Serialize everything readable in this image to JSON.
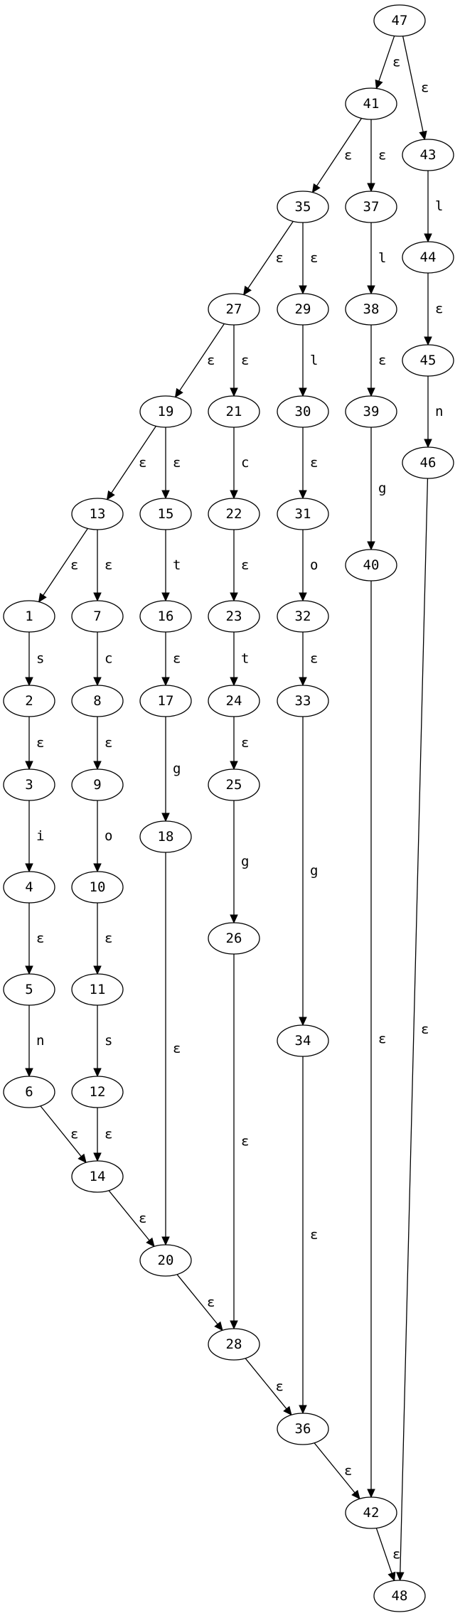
{
  "graph": {
    "nodes": [
      "47",
      "41",
      "43",
      "35",
      "37",
      "44",
      "27",
      "29",
      "38",
      "45",
      "19",
      "21",
      "30",
      "39",
      "46",
      "13",
      "15",
      "22",
      "31",
      "1",
      "7",
      "16",
      "23",
      "32",
      "40",
      "2",
      "8",
      "17",
      "24",
      "33",
      "3",
      "9",
      "18",
      "25",
      "4",
      "10",
      "26",
      "5",
      "11",
      "34",
      "6",
      "12",
      "14",
      "20",
      "28",
      "36",
      "42",
      "48"
    ],
    "edges": [
      {
        "from": "47",
        "to": "41",
        "label": "ε"
      },
      {
        "from": "47",
        "to": "43",
        "label": "ε"
      },
      {
        "from": "41",
        "to": "35",
        "label": "ε"
      },
      {
        "from": "41",
        "to": "37",
        "label": "ε"
      },
      {
        "from": "43",
        "to": "44",
        "label": "l"
      },
      {
        "from": "35",
        "to": "27",
        "label": "ε"
      },
      {
        "from": "35",
        "to": "29",
        "label": "ε"
      },
      {
        "from": "37",
        "to": "38",
        "label": "l"
      },
      {
        "from": "44",
        "to": "45",
        "label": "ε"
      },
      {
        "from": "27",
        "to": "19",
        "label": "ε"
      },
      {
        "from": "27",
        "to": "21",
        "label": "ε"
      },
      {
        "from": "29",
        "to": "30",
        "label": "l"
      },
      {
        "from": "38",
        "to": "39",
        "label": "ε"
      },
      {
        "from": "45",
        "to": "46",
        "label": "n"
      },
      {
        "from": "19",
        "to": "13",
        "label": "ε"
      },
      {
        "from": "19",
        "to": "15",
        "label": "ε"
      },
      {
        "from": "21",
        "to": "22",
        "label": "c"
      },
      {
        "from": "30",
        "to": "31",
        "label": "ε"
      },
      {
        "from": "39",
        "to": "40",
        "label": "g"
      },
      {
        "from": "13",
        "to": "1",
        "label": "ε"
      },
      {
        "from": "13",
        "to": "7",
        "label": "ε"
      },
      {
        "from": "15",
        "to": "16",
        "label": "t"
      },
      {
        "from": "22",
        "to": "23",
        "label": "ε"
      },
      {
        "from": "31",
        "to": "32",
        "label": "o"
      },
      {
        "from": "1",
        "to": "2",
        "label": "s"
      },
      {
        "from": "7",
        "to": "8",
        "label": "c"
      },
      {
        "from": "16",
        "to": "17",
        "label": "ε"
      },
      {
        "from": "23",
        "to": "24",
        "label": "t"
      },
      {
        "from": "32",
        "to": "33",
        "label": "ε"
      },
      {
        "from": "2",
        "to": "3",
        "label": "ε"
      },
      {
        "from": "8",
        "to": "9",
        "label": "ε"
      },
      {
        "from": "17",
        "to": "18",
        "label": "g"
      },
      {
        "from": "24",
        "to": "25",
        "label": "ε"
      },
      {
        "from": "3",
        "to": "4",
        "label": "i"
      },
      {
        "from": "9",
        "to": "10",
        "label": "o"
      },
      {
        "from": "25",
        "to": "26",
        "label": "g"
      },
      {
        "from": "33",
        "to": "34",
        "label": "g"
      },
      {
        "from": "4",
        "to": "5",
        "label": "ε"
      },
      {
        "from": "10",
        "to": "11",
        "label": "ε"
      },
      {
        "from": "5",
        "to": "6",
        "label": "n"
      },
      {
        "from": "11",
        "to": "12",
        "label": "s"
      },
      {
        "from": "6",
        "to": "14",
        "label": "ε"
      },
      {
        "from": "12",
        "to": "14",
        "label": "ε"
      },
      {
        "from": "14",
        "to": "20",
        "label": "ε"
      },
      {
        "from": "18",
        "to": "20",
        "label": "ε"
      },
      {
        "from": "20",
        "to": "28",
        "label": "ε"
      },
      {
        "from": "26",
        "to": "28",
        "label": "ε"
      },
      {
        "from": "28",
        "to": "36",
        "label": "ε"
      },
      {
        "from": "34",
        "to": "36",
        "label": "ε"
      },
      {
        "from": "36",
        "to": "42",
        "label": "ε"
      },
      {
        "from": "40",
        "to": "42",
        "label": "ε"
      },
      {
        "from": "42",
        "to": "48",
        "label": "ε"
      },
      {
        "from": "46",
        "to": "48",
        "label": "ε"
      }
    ]
  }
}
